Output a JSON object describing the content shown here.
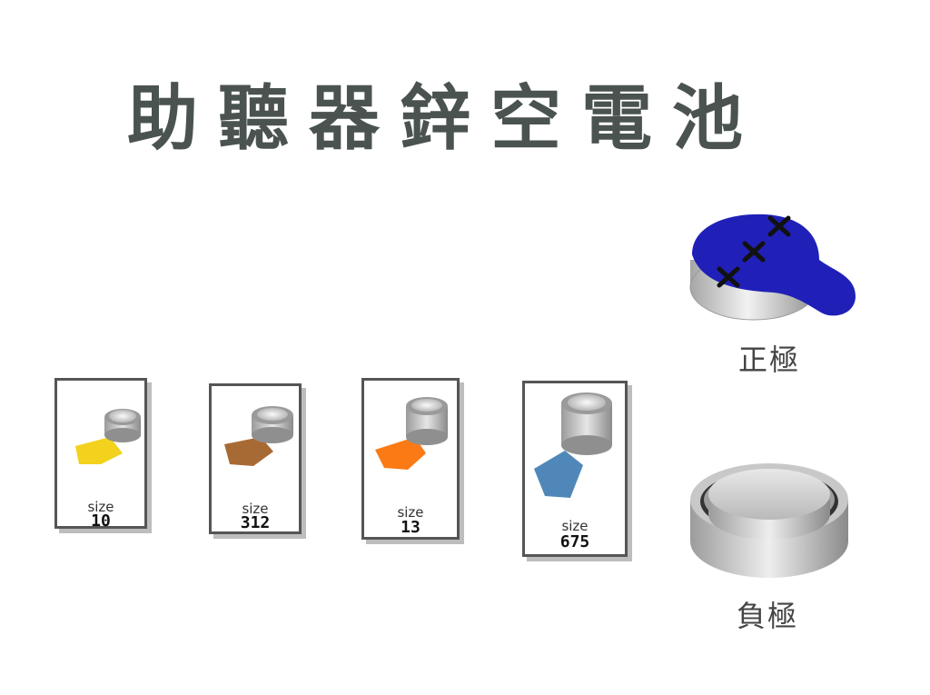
{
  "title": "助聽器鋅空電池",
  "size_prefix": "size",
  "batteries": [
    {
      "size": "10",
      "tab_color": "#f2d21c"
    },
    {
      "size": "312",
      "tab_color": "#a86a34"
    },
    {
      "size": "13",
      "tab_color": "#fb7a16"
    },
    {
      "size": "675",
      "tab_color": "#4f88b8"
    }
  ],
  "positive": {
    "label": "正極",
    "tab_color": "#2020b8"
  },
  "negative": {
    "label": "負極"
  }
}
